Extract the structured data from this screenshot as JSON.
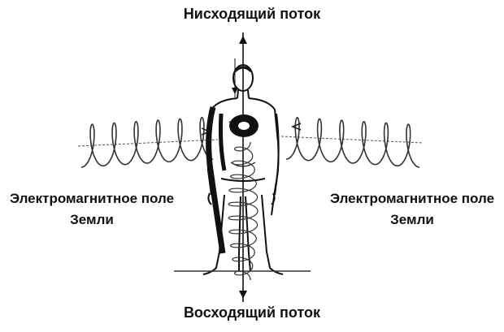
{
  "labels": {
    "top": "Нисходящий поток",
    "bottom": "Восходящий поток",
    "left": {
      "line1": "Электромагнитное поле",
      "line2": "Земли"
    },
    "right": {
      "line1": "Электромагнитное поле",
      "line2": "Земли"
    }
  },
  "icons": {
    "figure": "human-figure-icon",
    "left_spiral": "spiral-icon",
    "right_spiral": "spiral-icon",
    "vertical_axis": "axis-arrow-icon",
    "heart_disc": "heart-disc-icon"
  },
  "colors": {
    "ink": "#111111",
    "background": "#ffffff"
  }
}
